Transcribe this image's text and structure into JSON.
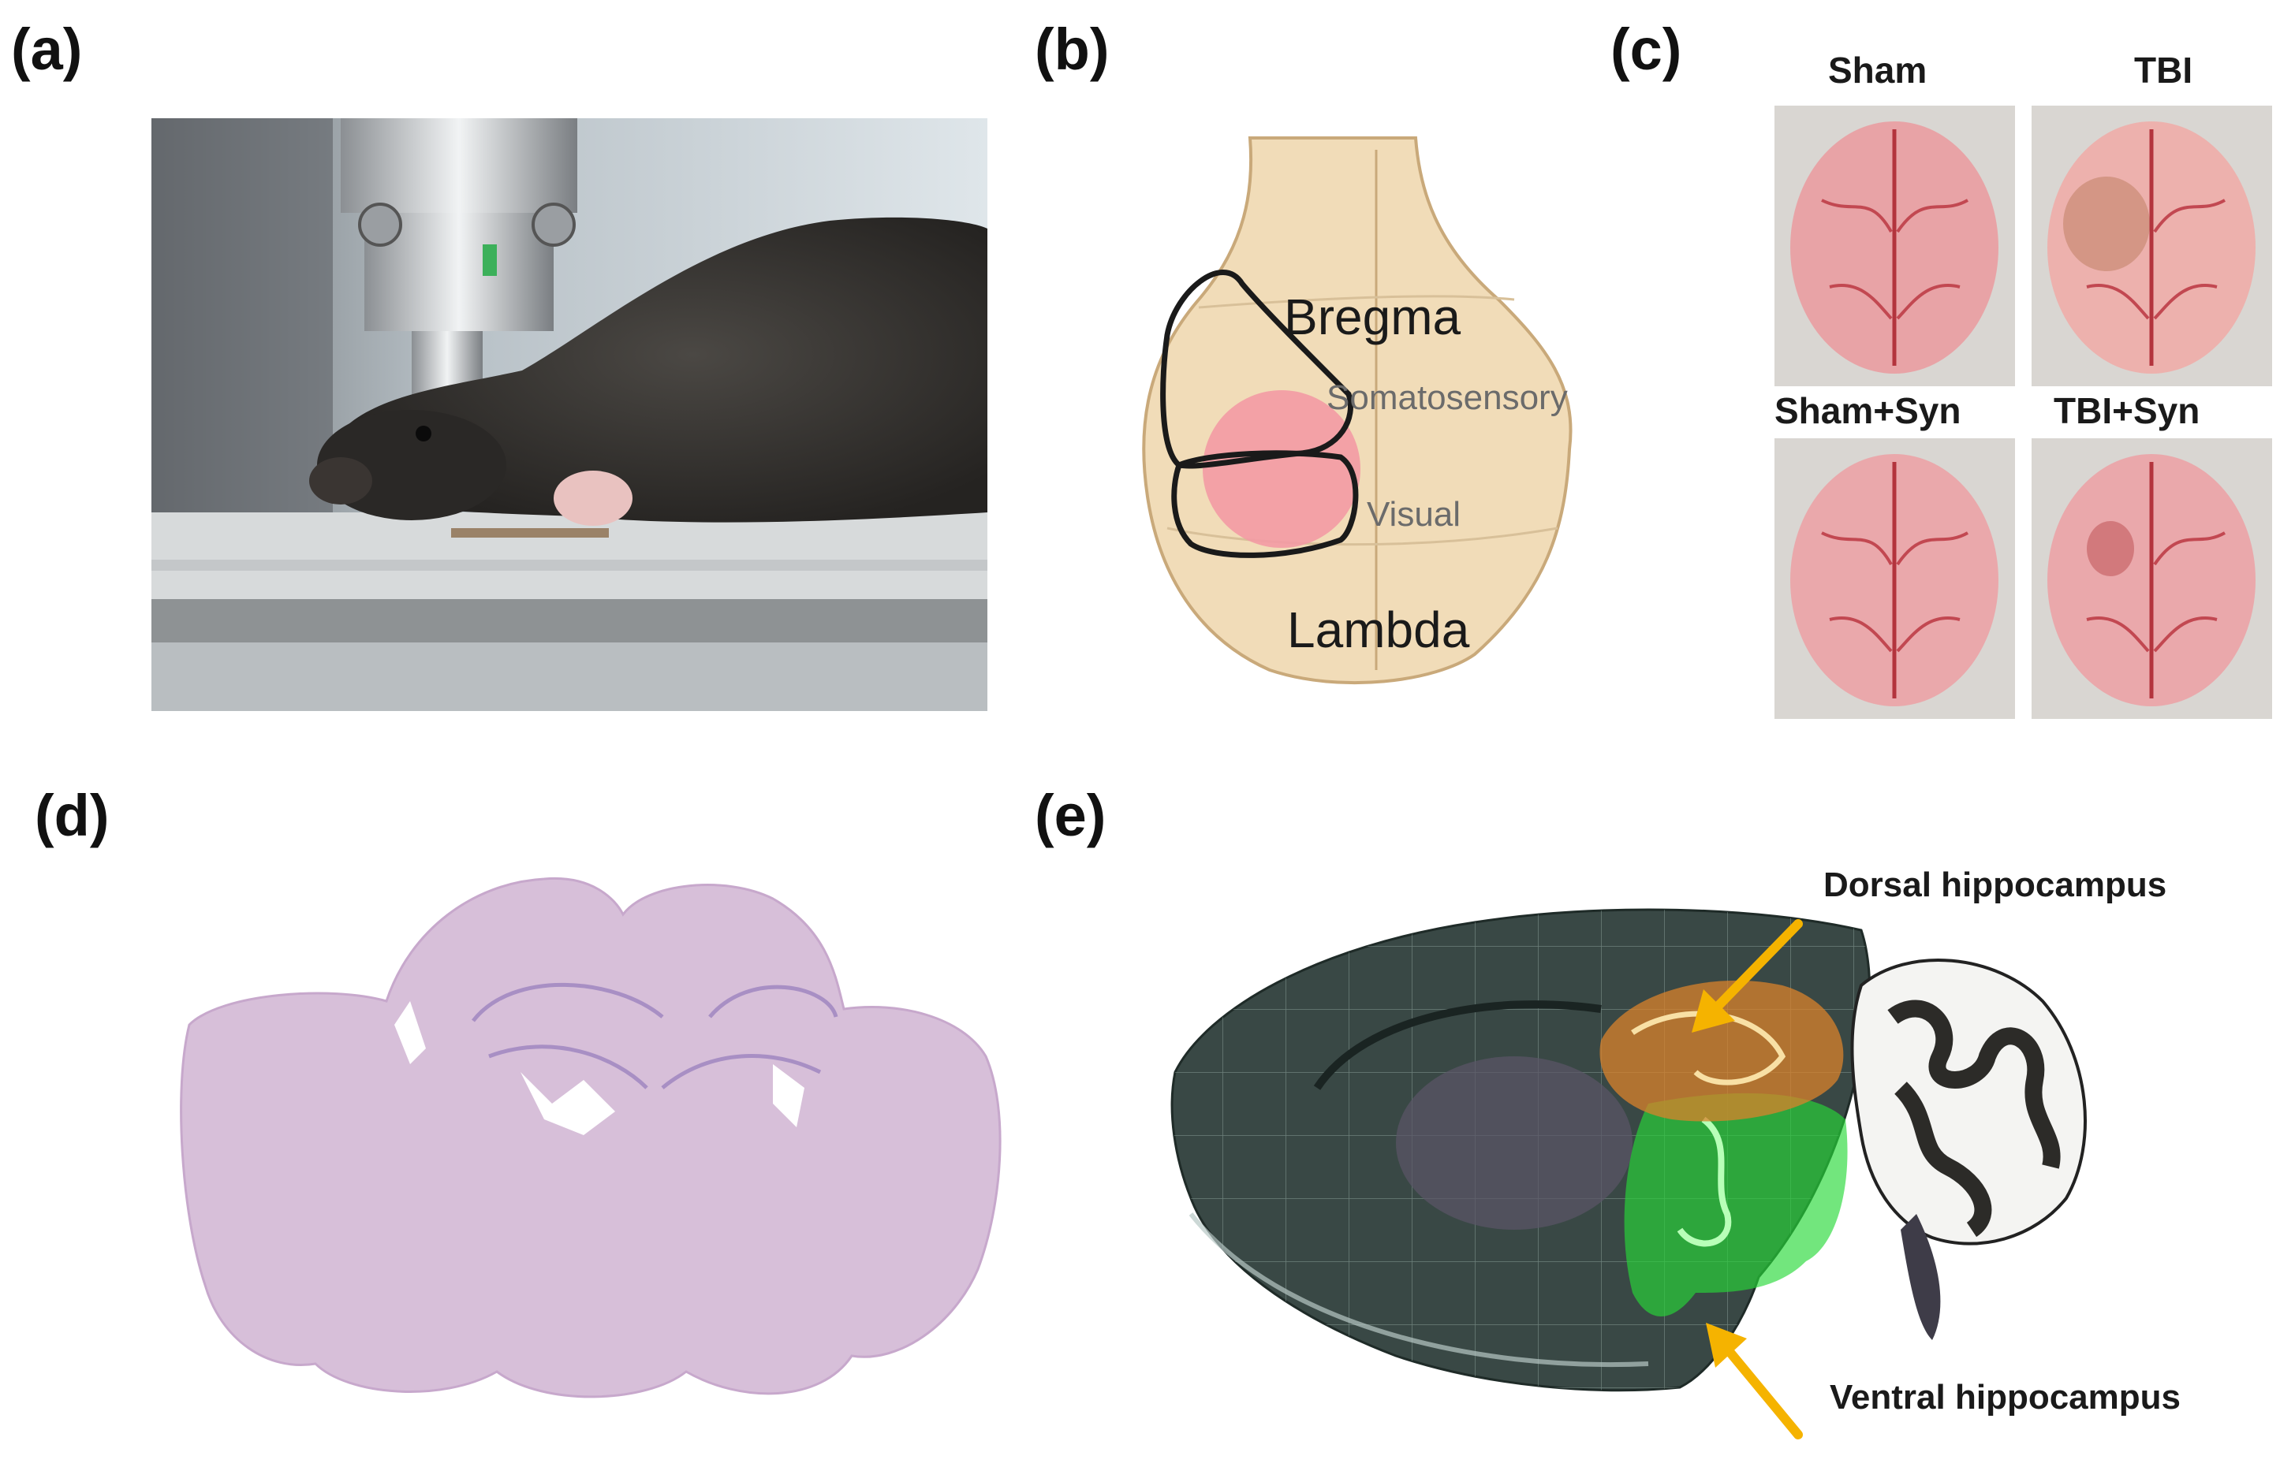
{
  "panels": {
    "a": {
      "letter": "(a)"
    },
    "b": {
      "letter": "(b)",
      "bregma": "Bregma",
      "somatosensory": "Somatosensory",
      "visual": "Visual",
      "lambda": "Lambda"
    },
    "c": {
      "letter": "(c)",
      "sham": "Sham",
      "tbi": "TBI",
      "sham_syn": "Sham+Syn",
      "tbi_syn": "TBI+Syn"
    },
    "d": {
      "letter": "(d)"
    },
    "e": {
      "letter": "(e)",
      "dorsal": "Dorsal hippocampus",
      "ventral": "Ventral hippocampus"
    }
  },
  "colors": {
    "skull": "#f1dcb8",
    "impact": "#f39aa4",
    "arrow": "#f5b300",
    "dorsal": "#d9822b",
    "ventral": "#27d838",
    "tissue": "#d7bfd9",
    "brain": "#e8a3a6"
  }
}
